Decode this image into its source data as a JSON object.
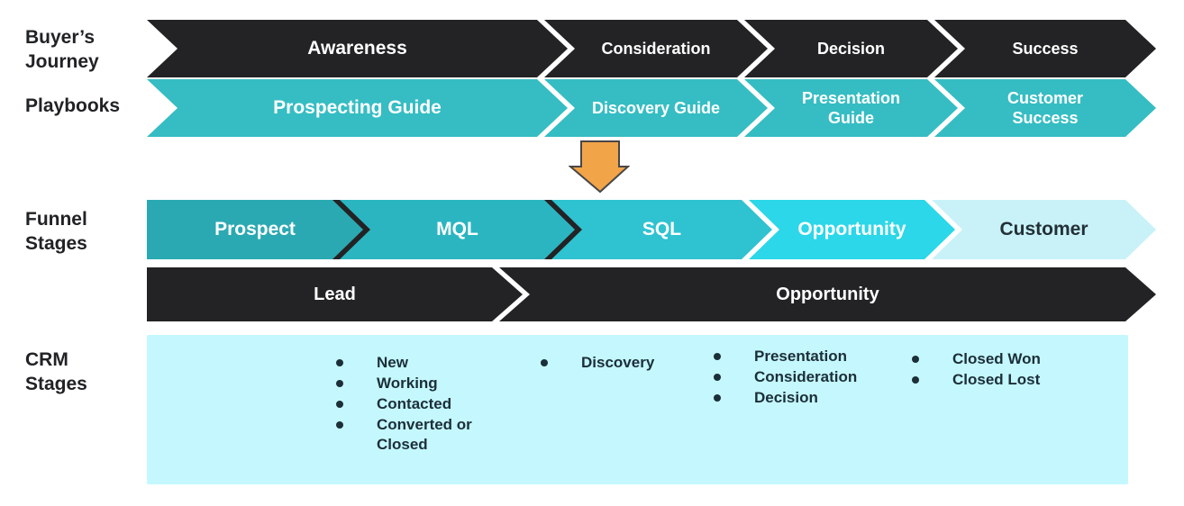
{
  "side_labels": {
    "buyers_journey": [
      "Buyer’s",
      "Journey"
    ],
    "playbooks": "Playbooks",
    "funnel_stages": [
      "Funnel",
      "Stages"
    ],
    "crm_stages": [
      "CRM",
      "Stages"
    ]
  },
  "journey_row": {
    "segments": [
      "Awareness",
      "Consideration",
      "Decision",
      "Success"
    ]
  },
  "playbooks_row": {
    "segments": [
      "Prospecting Guide",
      "Discovery Guide",
      "Presentation Guide",
      "Customer Success"
    ]
  },
  "funnel_row": {
    "segments": [
      "Prospect",
      "MQL",
      "SQL",
      "Opportunity",
      "Customer"
    ]
  },
  "pipeline_row": {
    "segments": [
      "Lead",
      "Opportunity"
    ]
  },
  "crm_box": {
    "columns": [
      {
        "items": [
          "New",
          "Working",
          "Contacted",
          "Converted or Closed"
        ]
      },
      {
        "items": [
          "Discovery"
        ]
      },
      {
        "items": [
          "Presentation",
          "Consideration",
          "Decision"
        ]
      },
      {
        "items": [
          "Closed Won",
          "Closed Lost"
        ]
      }
    ]
  },
  "icons": {
    "down_arrow": "down-arrow"
  },
  "colors": {
    "journey_bar": "#232224",
    "playbook_teal": "#35BDC3",
    "funnel_prospect": "#2BA9B2",
    "funnel_mql": "#2BB5C1",
    "funnel_sql": "#2FC2D1",
    "funnel_opportunity": "#2BD7E8",
    "funnel_customer": "#C8F2F8",
    "crm_box_bg": "#C4F8FE",
    "arrow_orange": "#F2A449"
  }
}
